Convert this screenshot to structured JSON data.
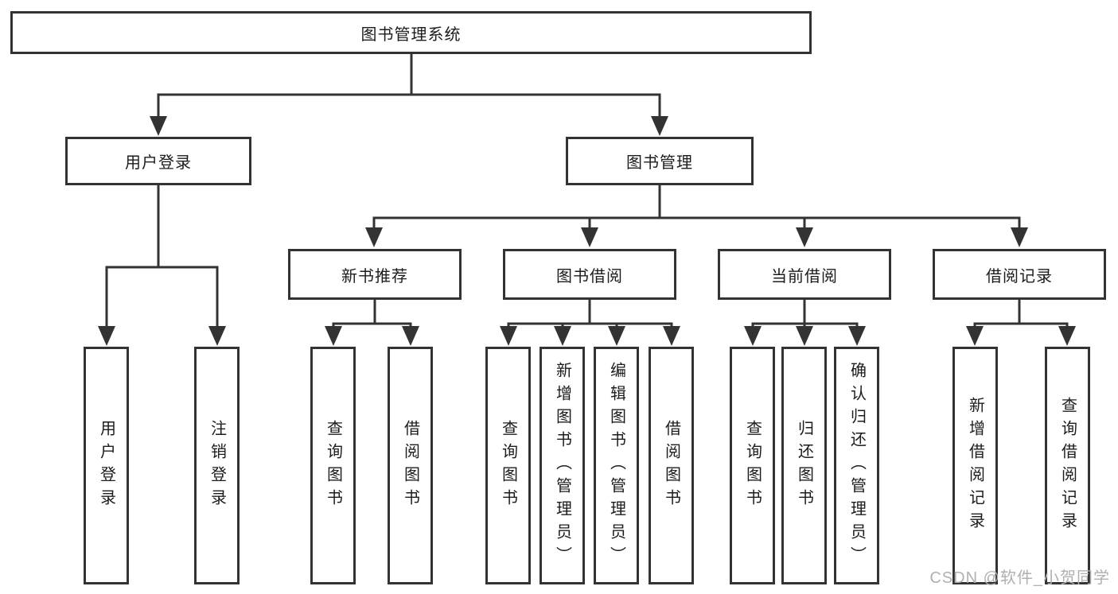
{
  "diagram": {
    "root": {
      "label": "图书管理系统"
    },
    "level2": [
      {
        "label": "用户登录"
      },
      {
        "label": "图书管理"
      }
    ],
    "level3": [
      {
        "label": "新书推荐"
      },
      {
        "label": "图书借阅"
      },
      {
        "label": "当前借阅"
      },
      {
        "label": "借阅记录"
      }
    ],
    "leaves": {
      "user_login": [
        {
          "label": "用户登录"
        },
        {
          "label": "注销登录"
        }
      ],
      "new_book_recommend": [
        {
          "label": "查询图书"
        },
        {
          "label": "借阅图书"
        }
      ],
      "book_borrow": [
        {
          "label": "查询图书"
        },
        {
          "label": "新增图书（管理员）"
        },
        {
          "label": "编辑图书（管理员）"
        },
        {
          "label": "借阅图书"
        }
      ],
      "current_borrow": [
        {
          "label": "查询图书"
        },
        {
          "label": "归还图书"
        },
        {
          "label": "确认归还（管理员）"
        }
      ],
      "borrow_record": [
        {
          "label": "新增借阅记录"
        },
        {
          "label": "查询借阅记录"
        }
      ]
    },
    "colors": {
      "line": "#333333",
      "box_border": "#333333",
      "text": "#1c1c1c",
      "watermark": "#b0b0b0",
      "background": "#ffffff"
    }
  },
  "watermark": {
    "text": "CSDN @软件_小贺同学"
  }
}
